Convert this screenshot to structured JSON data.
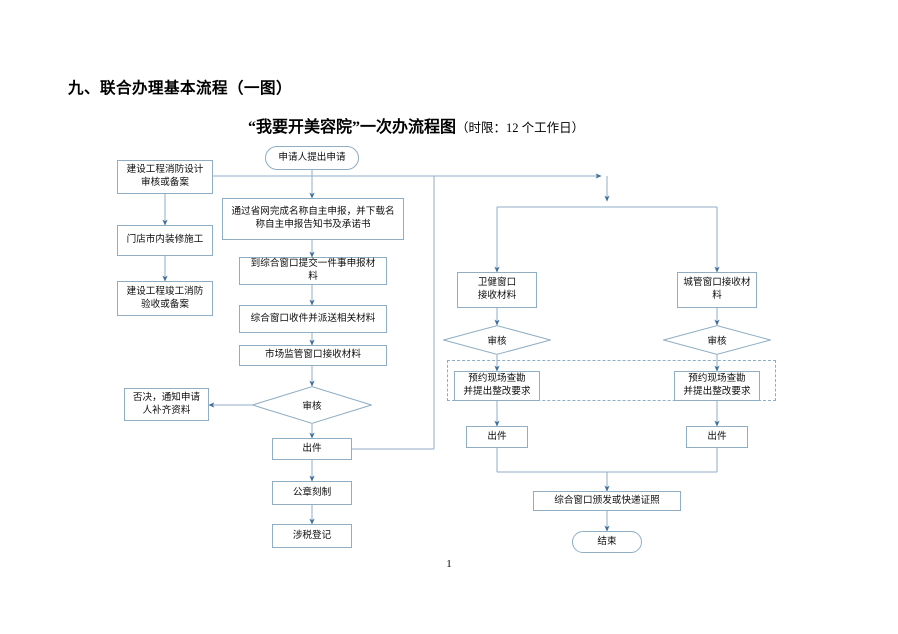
{
  "document": {
    "heading": "九、联合办理基本流程（一图）",
    "subtitle_main": "“我要开美容院”一次办流程图",
    "subtitle_limit": "（时限：12 个工作日）",
    "page_number": "1"
  },
  "colors": {
    "node_border": "#8faec4",
    "node_fill": "#ffffff",
    "connector": "#8faec4",
    "arrow_head": "#3f6f9f",
    "text": "#0d0d0d"
  },
  "nodes": {
    "start": {
      "label": "申请人提出申请",
      "shape": "rounded"
    },
    "fire_design": {
      "label": "建设工程消防设计\n审核或备案",
      "shape": "rect"
    },
    "store_decoration": {
      "label": "门店市内装修施工",
      "shape": "rect"
    },
    "fire_acceptance": {
      "label": "建设工程竣工消防\n验收或备案",
      "shape": "rect"
    },
    "name_declare": {
      "label": "通过省网完成名称自主申报，并下载名\n称自主申报告知书及承诺书",
      "shape": "rect"
    },
    "submit_materials": {
      "label": "到综合窗口提交一件事申报材\n料",
      "shape": "rect"
    },
    "window_receive_dispatch": {
      "label": "综合窗口收件并派送相关材料",
      "shape": "rect"
    },
    "market_window_receive": {
      "label": "市场监管窗口接收材料",
      "shape": "rect"
    },
    "review_center": {
      "label": "审核",
      "shape": "diamond"
    },
    "reject_notice": {
      "label": "否决，通知申请\n人补齐资料",
      "shape": "rect"
    },
    "issue_center": {
      "label": "出件",
      "shape": "rect"
    },
    "seal_engraving": {
      "label": "公章刻制",
      "shape": "rect"
    },
    "tax_registration": {
      "label": "涉税登记",
      "shape": "rect"
    },
    "health_window_receive": {
      "label": "卫健窗口\n接收材料",
      "shape": "rect"
    },
    "review_health": {
      "label": "审核",
      "shape": "diamond"
    },
    "survey_health": {
      "label": "预约现场查勘\n并提出整改要求",
      "shape": "rect"
    },
    "issue_health": {
      "label": "出件",
      "shape": "rect"
    },
    "urban_window_receive": {
      "label": "城管窗口接收材\n料",
      "shape": "rect"
    },
    "review_urban": {
      "label": "审核",
      "shape": "diamond"
    },
    "survey_urban": {
      "label": "预约现场查勘\n并提出整改要求",
      "shape": "rect"
    },
    "issue_urban": {
      "label": "出件",
      "shape": "rect"
    },
    "issue_license": {
      "label": "综合窗口颁发或快递证照",
      "shape": "rect"
    },
    "end": {
      "label": "结束",
      "shape": "rounded"
    }
  }
}
